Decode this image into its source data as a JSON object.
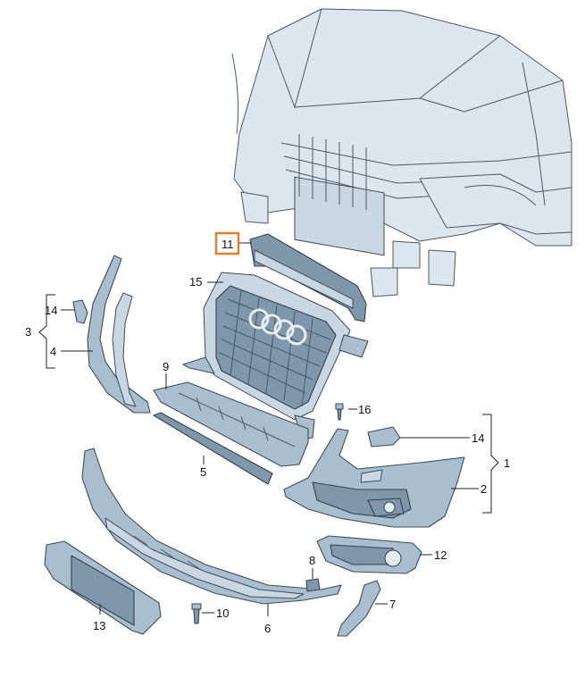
{
  "callouts": {
    "c1": "1",
    "c2": "2",
    "c3": "3",
    "c4": "4",
    "c5": "5",
    "c6": "6",
    "c7": "7",
    "c8": "8",
    "c9": "9",
    "c10": "10",
    "c11": "11",
    "c12": "12",
    "c13": "13",
    "c14a": "14",
    "c14b": "14",
    "c15": "15",
    "c16": "16"
  },
  "colors": {
    "part_fill": "#a9bfcf",
    "highlight": "#e0822c"
  }
}
